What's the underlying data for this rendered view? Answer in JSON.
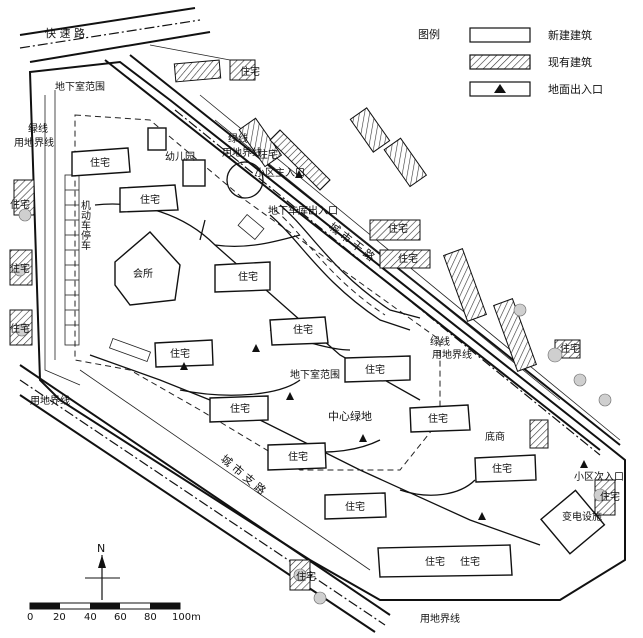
{
  "roads": {
    "expressway": "快 速 路",
    "main_road": "城 市 干 路",
    "secondary_road": "城 市 支 路"
  },
  "legend": {
    "title": "图例",
    "items": [
      {
        "label": "新建建筑",
        "symbol": "white-box-icon"
      },
      {
        "label": "现有建筑",
        "symbol": "hatched-box-icon"
      },
      {
        "label": "地面出入口",
        "symbol": "triangle-box-icon"
      }
    ]
  },
  "labels": {
    "basement_top": "地下室范围",
    "basement_center": "地下室范围",
    "green_line_left": "绿线",
    "boundary_left": "用地界线",
    "kindergarten": "幼儿园",
    "parking": "机动车停车",
    "clubhouse": "会所",
    "green_line_top": "绿线",
    "boundary_top": "用地界线",
    "main_entrance": "小区主入口",
    "garage_entrance": "地下车库出入口",
    "green_line_right": "绿线",
    "boundary_right": "用地界线",
    "central_green": "中心绿地",
    "shops": "底商",
    "secondary_entrance": "小区次入口",
    "substation": "变电设施",
    "boundary_bottom": "用地界线",
    "boundary_bottom_left": "用地界线",
    "residential": "住宅"
  },
  "north": "N",
  "scale": {
    "ticks": [
      "0",
      "20",
      "40",
      "60",
      "80",
      "100m"
    ]
  }
}
